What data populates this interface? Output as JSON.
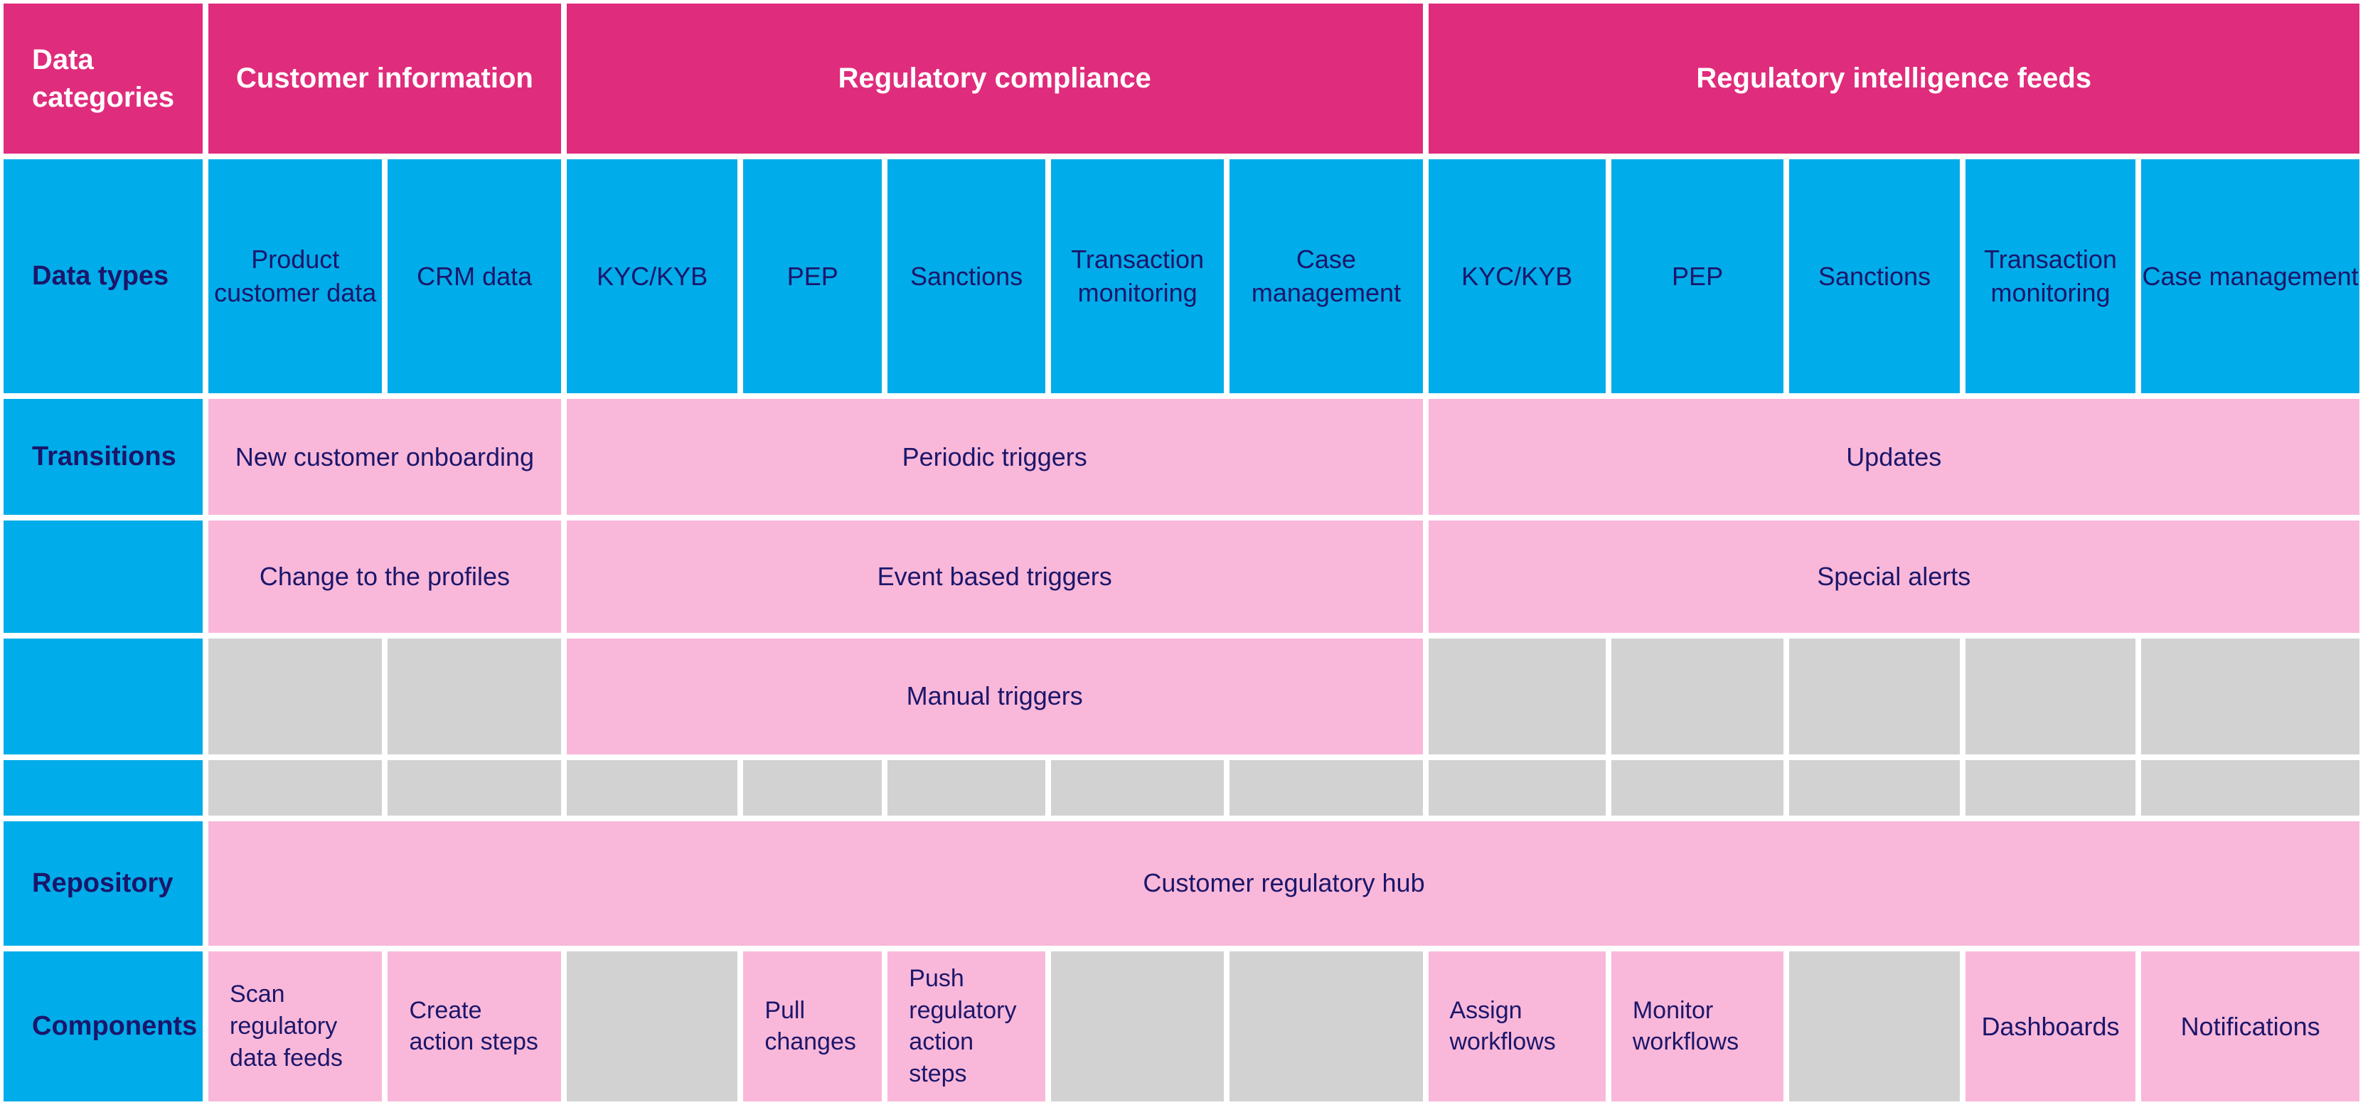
{
  "colors": {
    "header_magenta": "#e02c7c",
    "cell_blue": "#00ace9",
    "cell_pink": "#f9b8d9",
    "cell_gray": "#d2d2d2",
    "text_navy": "#1b166b",
    "text_white": "#ffffff",
    "background": "#ffffff"
  },
  "header": {
    "label": "Data categories",
    "customer_information": "Customer information",
    "regulatory_compliance": "Regulatory compliance",
    "regulatory_intelligence_feeds": "Regulatory intelligence feeds"
  },
  "data_types": {
    "label": "Data types",
    "cells": [
      "Product customer data",
      "CRM data",
      "KYC/KYB",
      "PEP",
      "Sanctions",
      "Transaction monitoring",
      "Case management",
      "KYC/KYB",
      "PEP",
      "Sanctions",
      "Transaction monitoring",
      "Case management"
    ]
  },
  "transitions": {
    "label": "Transitions",
    "new_customer_onboarding": "New customer onboarding",
    "periodic_triggers": "Periodic triggers",
    "updates": "Updates",
    "change_to_the_profiles": "Change to the profiles",
    "event_based_triggers": "Event based triggers",
    "special_alerts": "Special alerts",
    "manual_triggers": "Manual triggers"
  },
  "repository": {
    "label": "Repository",
    "customer_regulatory_hub": "Customer regulatory hub"
  },
  "components": {
    "label": "Components",
    "scan_regulatory_data_feeds": "Scan regulatory data feeds",
    "create_action_steps": "Create action steps",
    "pull_changes": "Pull changes",
    "push_regulatory_action_steps": "Push regulatory action steps",
    "assign_workflows": "Assign workflows",
    "monitor_workflows": "Monitor workflows",
    "dashboards": "Dashboards",
    "notifications": "Notifications"
  }
}
